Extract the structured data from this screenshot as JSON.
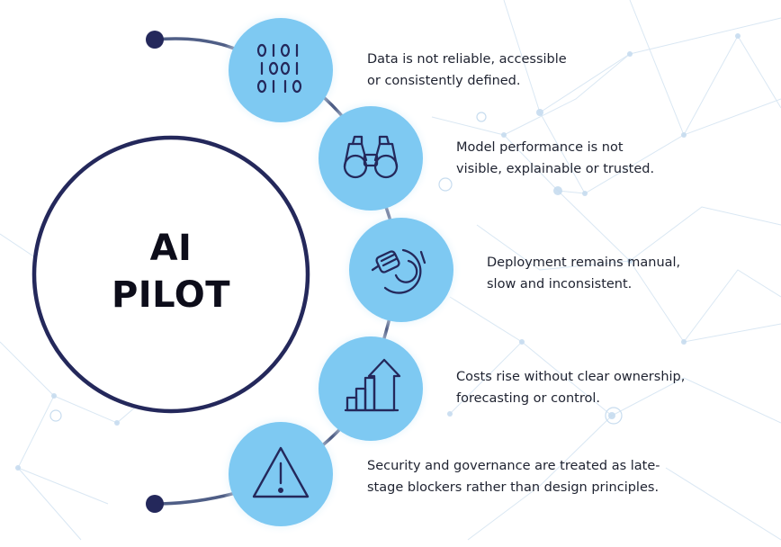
{
  "title": {
    "line1": "AI",
    "line2": "PILOT"
  },
  "items": [
    {
      "icon": "binary-data-icon",
      "lines": [
        "Data is not reliable, accessible",
        "or consistently defined."
      ]
    },
    {
      "icon": "binoculars-icon",
      "lines": [
        "Model performance is not",
        "visible, explainable or trusted."
      ]
    },
    {
      "icon": "hand-dial-icon",
      "lines": [
        "Deployment remains manual,",
        "slow and inconsistent."
      ]
    },
    {
      "icon": "rising-cost-icon",
      "lines": [
        "Costs rise without clear ownership,",
        "forecasting or control."
      ]
    },
    {
      "icon": "warning-icon",
      "lines": [
        "Security and governance are treated as late-",
        "stage blockers rather than design principles."
      ]
    }
  ],
  "colors": {
    "navy": "#24285b",
    "bubble": "#7ec9f2",
    "bubble_glow": "#cfeafb",
    "connector": "#5a6a8e",
    "network": "#c9dcef",
    "text": "#1e2230"
  }
}
